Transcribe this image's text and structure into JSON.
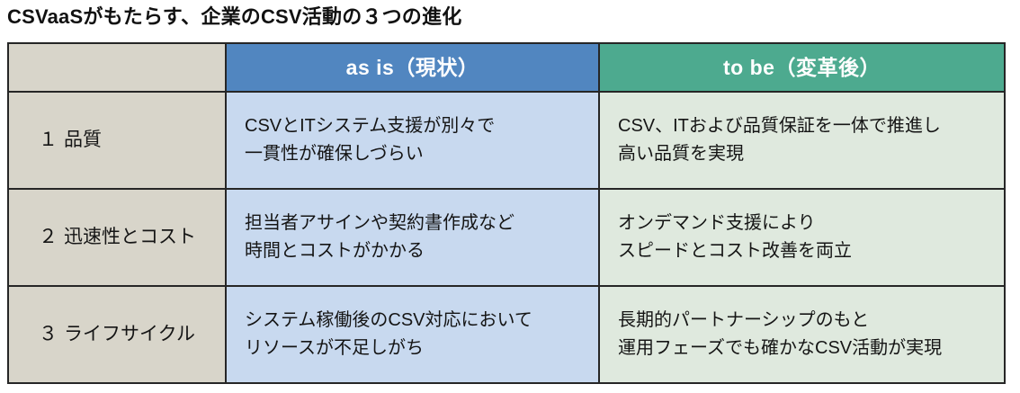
{
  "title": "CSVaaSがもたらす、企業のCSV活動の３つの進化",
  "colors": {
    "header_asis_bg": "#5186c0",
    "header_tobe_bg": "#4daa8f",
    "label_bg": "#d8d5ca",
    "asis_bg": "#c8d9ef",
    "tobe_bg": "#dfe9de",
    "border": "#262626",
    "header_text": "#ffffff",
    "body_text": "#151515"
  },
  "table": {
    "headers": {
      "corner": "",
      "asis": "as is（現状）",
      "tobe": "to be（変革後）"
    },
    "rows": [
      {
        "number": "１",
        "label": "品質",
        "asis": {
          "line1": "CSVとITシステム支援が別々で",
          "line2": "一貫性が確保しづらい"
        },
        "tobe": {
          "line1": "CSV、ITおよび品質保証を一体で推進し",
          "line2": "高い品質を実現"
        }
      },
      {
        "number": "２",
        "label": "迅速性とコスト",
        "asis": {
          "line1": "担当者アサインや契約書作成など",
          "line2": "時間とコストがかかる"
        },
        "tobe": {
          "line1": "オンデマンド支援により",
          "line2": "スピードとコスト改善を両立"
        }
      },
      {
        "number": "３",
        "label": "ライフサイクル",
        "asis": {
          "line1": "システム稼働後のCSV対応において",
          "line2": "リソースが不足しがち"
        },
        "tobe": {
          "line1": "長期的パートナーシップのもと",
          "line2": "運用フェーズでも確かなCSV活動が実現"
        }
      }
    ]
  }
}
